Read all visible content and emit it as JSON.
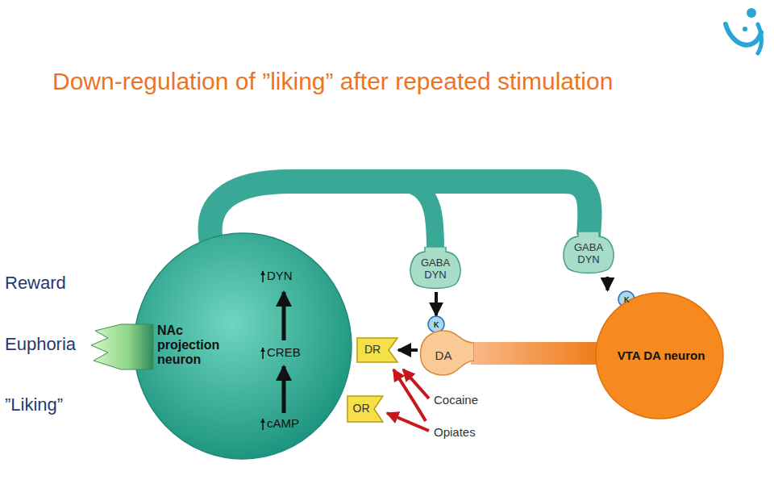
{
  "diagram": {
    "title": "Down-regulation of ”liking” after repeated stimulation",
    "nodes": [
      {
        "text": [
          "NAc projection neuron"
        ]
      },
      {
        "text": [
          "GABA DYN"
        ]
      },
      {
        "text": [
          "GABA DYN"
        ]
      },
      {
        "text": [
          "DR"
        ]
      },
      {
        "text": [
          "OR"
        ]
      },
      {
        "text": [
          "κ"
        ]
      },
      {
        "text": [
          "DA"
        ]
      },
      {
        "text": [
          "κ"
        ]
      },
      {
        "text": [
          "VTA DA neuron"
        ]
      }
    ],
    "edges": [
      {
        "from": 6,
        "to": 3,
        "arrow": "to"
      },
      {
        "from": 1,
        "to": 5,
        "arrow": "to"
      },
      {
        "from": 2,
        "to": 7,
        "arrow": "to"
      }
    ],
    "labels": [
      "Reward",
      "Euphoria",
      "”Liking”",
      "DYN",
      "CREB",
      "cAMP",
      "Cocaine",
      "Opiates"
    ]
  }
}
